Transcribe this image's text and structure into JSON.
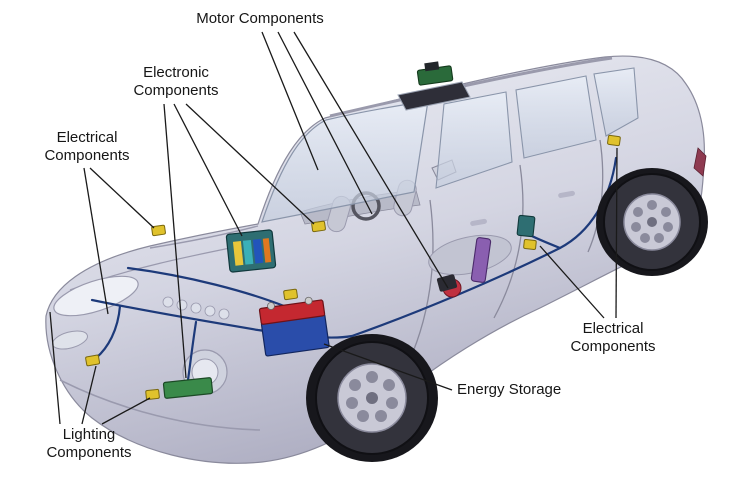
{
  "labels": {
    "motor_components": "Motor Components",
    "electronic_components": "Electronic Components",
    "electrical_components_left": "Electrical Components",
    "electrical_components_right": "Electrical Components",
    "energy_storage": "Energy Storage",
    "lighting_components": "Lighting Components"
  },
  "colors": {
    "battery_top_red": "#c42830",
    "battery_body_blue": "#2a4daa",
    "module_green": "#3a8a4a",
    "module_dark_green": "#2a6a3a",
    "module_teal": "#2e6e72",
    "component_yellow": "#e0c22c",
    "component_purple": "#8a5fb0",
    "component_red": "#c03040",
    "wiring_blue": "#1d3a7a",
    "car_body_light": "#e6e6f0",
    "car_body_shade": "#b4b4c6"
  }
}
